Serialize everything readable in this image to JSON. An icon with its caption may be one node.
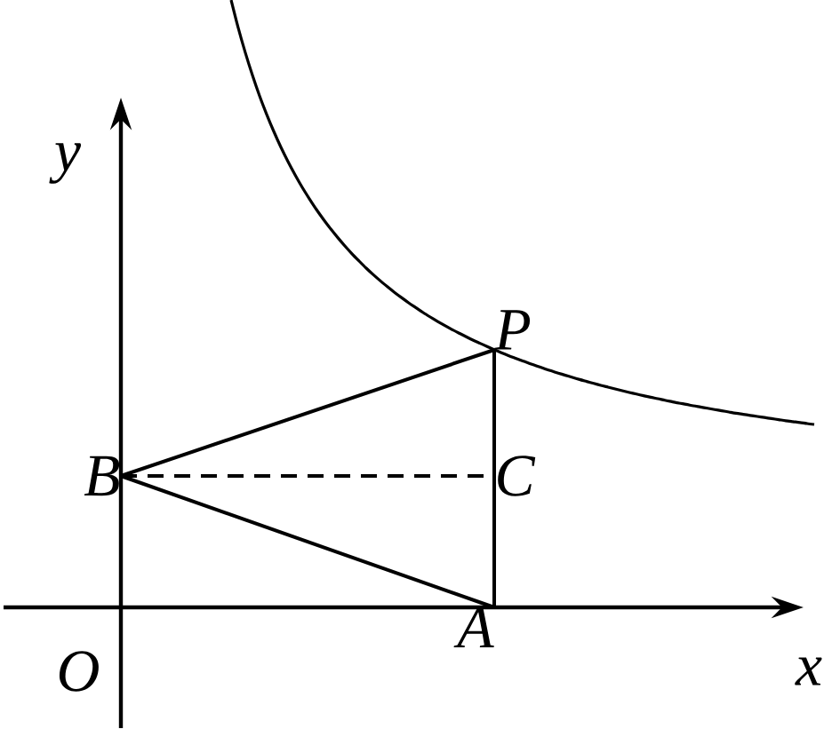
{
  "diagram": {
    "nodes": [
      {
        "text": [
          "P"
        ]
      },
      {
        "text": [
          "C"
        ]
      },
      {
        "text": [
          "B"
        ]
      },
      {
        "text": [
          "A"
        ]
      }
    ],
    "edges": [
      {
        "from": 2,
        "to": 0,
        "arrow": "none"
      },
      {
        "from": 0,
        "to": 3,
        "arrow": "none"
      },
      {
        "from": 2,
        "to": 3,
        "arrow": "none"
      },
      {
        "from": 2,
        "to": 1,
        "arrow": "none",
        "style": "dashed"
      }
    ],
    "labels": [
      "y",
      "O",
      "x"
    ]
  }
}
